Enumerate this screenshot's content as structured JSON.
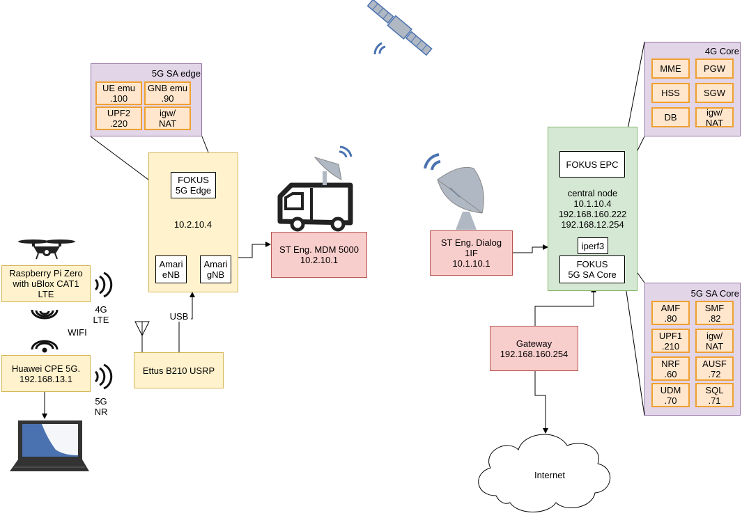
{
  "edge": {
    "title": "5G SA edge",
    "ue_emu": [
      "UE emu",
      ".100"
    ],
    "gnb_emu": [
      "GNB emu",
      ".90"
    ],
    "upf2": [
      "UPF2",
      ".220"
    ],
    "igw_nat": [
      "igw/",
      "NAT"
    ],
    "fokus": [
      "FOKUS",
      "5G Edge"
    ],
    "ip": "10.2.10.4",
    "amari_enb": [
      "Amari",
      "eNB"
    ],
    "amari_gnb": [
      "Amari",
      "gNB"
    ]
  },
  "usb_label": "USB",
  "usrp": "Ettus B210 USRP",
  "mdm": [
    "ST Eng. MDM 5000",
    "10.2.10.1"
  ],
  "dialog": [
    "ST Eng. Dialog",
    "1IF",
    "10.1.10.1"
  ],
  "central": {
    "fokus_epc": "FOKUS EPC",
    "info": [
      "central node",
      "10.1.10.4",
      "192.168.160.222",
      "192.168.12.254"
    ],
    "iperf": "iperf3",
    "fokus_core": [
      "FOKUS",
      "5G SA Core"
    ]
  },
  "core4g": {
    "title": "4G Core",
    "items": [
      "MME",
      "PGW",
      "HSS",
      "SGW",
      "DB",
      [
        "igw/",
        "NAT"
      ]
    ]
  },
  "core5g": {
    "title": "5G SA Core",
    "items": [
      [
        "AMF",
        ".80"
      ],
      [
        "SMF",
        ".82"
      ],
      [
        "UPF1",
        ".210"
      ],
      [
        "igw/",
        "NAT"
      ],
      [
        "NRF",
        ".60"
      ],
      [
        "AUSF",
        ".72"
      ],
      [
        "UDM",
        ".70"
      ],
      [
        "SQL",
        ".71"
      ]
    ]
  },
  "gateway": [
    "Gateway",
    "192.168.160.254"
  ],
  "internet": "Internet",
  "rpi": [
    "Raspberry Pi Zero",
    "with uBlox CAT1",
    "LTE"
  ],
  "lte_label": [
    "4G",
    "LTE"
  ],
  "wifi_label": "WIFI",
  "huawei": [
    "Huawei CPE 5G.",
    "192.168.13.1"
  ],
  "nr_label": [
    "5G",
    "NR"
  ],
  "colors": {
    "yellow_fill": "#fff2cc",
    "orange_border": "#f0a030",
    "purple_fill": "#e1d5e7",
    "green_fill": "#d5e8d4",
    "red_fill": "#f8cecc",
    "icon_blue": "#4a72b0",
    "icon_gray": "#b0b8c4"
  },
  "icons": [
    "satellite-icon",
    "truck-icon",
    "satellite-dish-icon",
    "drone-icon",
    "laptop-icon",
    "wifi-icon",
    "antenna-icon",
    "cloud-icon",
    "wireless-signal-icon"
  ]
}
